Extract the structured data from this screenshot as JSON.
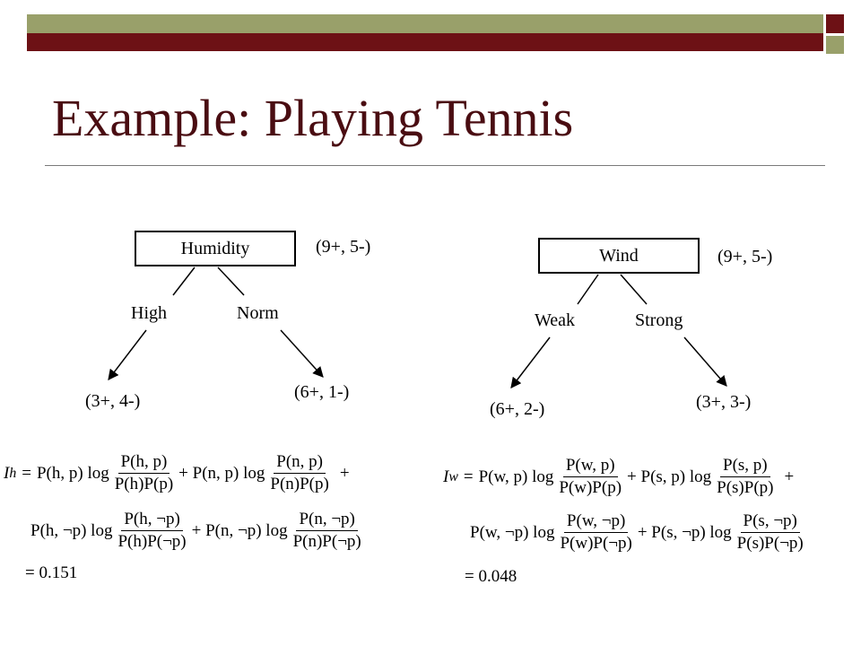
{
  "header": {
    "title": "Example: Playing Tennis"
  },
  "trees": {
    "humidity": {
      "root": "Humidity",
      "root_counts": "(9+, 5-)",
      "branch_left": "High",
      "branch_right": "Norm",
      "leaf_left": "(3+, 4-)",
      "leaf_right": "(6+, 1-)"
    },
    "wind": {
      "root": "Wind",
      "root_counts": "(9+, 5-)",
      "branch_left": "Weak",
      "branch_right": "Strong",
      "leaf_left": "(6+, 2-)",
      "leaf_right": "(3+, 3-)"
    }
  },
  "formulas": {
    "humidity": {
      "lhs": "I",
      "lhs_sub": "h",
      "eq": "=",
      "t1": "P(h, p) log",
      "t1_num": "P(h, p)",
      "t1_den": "P(h)P(p)",
      "t2": "+ P(n, p) log",
      "t2_num": "P(n, p)",
      "t2_den": "P(n)P(p)",
      "plus_end": "+",
      "t3": "P(h, ¬p) log",
      "t3_num": "P(h, ¬p)",
      "t3_den": "P(h)P(¬p)",
      "t4": "+ P(n, ¬p) log",
      "t4_num": "P(n, ¬p)",
      "t4_den": "P(n)P(¬p)",
      "result": "= 0.151"
    },
    "wind": {
      "lhs": "I",
      "lhs_sub": "w",
      "eq": "=",
      "t1": "P(w, p) log",
      "t1_num": "P(w, p)",
      "t1_den": "P(w)P(p)",
      "t2": "+ P(s, p) log",
      "t2_num": "P(s, p)",
      "t2_den": "P(s)P(p)",
      "plus_end": "+",
      "t3": "P(w, ¬p) log",
      "t3_num": "P(w, ¬p)",
      "t3_den": "P(w)P(¬p)",
      "t4": "+ P(s, ¬p) log",
      "t4_num": "P(s, ¬p)",
      "t4_den": "P(s)P(¬p)",
      "result": "= 0.048"
    }
  },
  "colors": {
    "accent_red": "#6d1115",
    "accent_green": "#99a06a",
    "title": "#4a0d12"
  }
}
